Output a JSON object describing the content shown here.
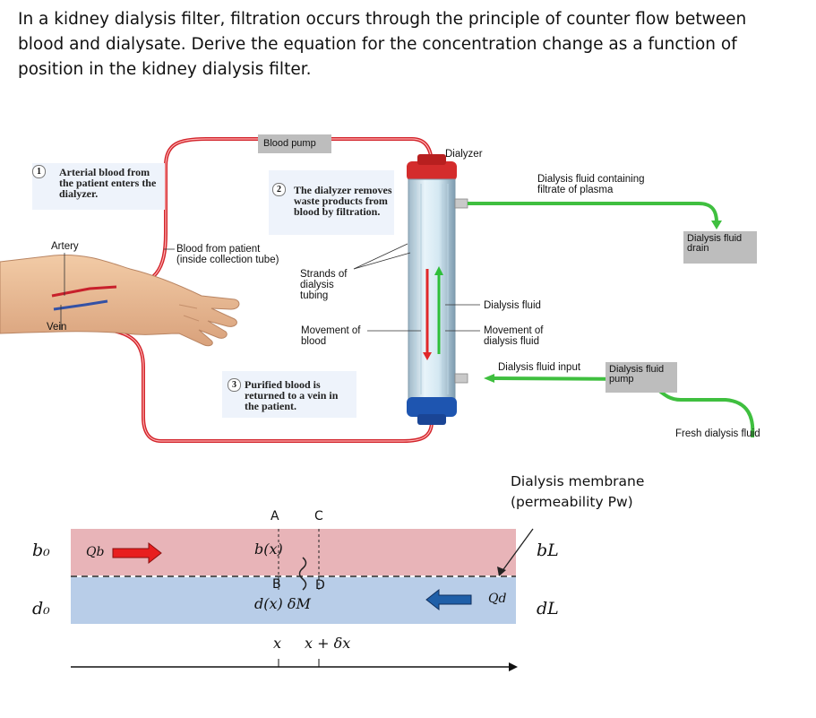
{
  "question": {
    "text": "In a kidney dialysis filter, filtration occurs through the principle of counter flow between blood and dialysate. Derive the equation for the concentration change as a function of position in the kidney dialysis filter."
  },
  "illustration": {
    "blood_pump": "Blood pump",
    "dialyzer": "Dialyzer",
    "step1_num": "1",
    "step1_text": "Arterial blood from the patient enters the dialyzer.",
    "step2_num": "2",
    "step2_text": "The dialyzer removes waste products from blood by filtration.",
    "step3_num": "3",
    "step3_text": "Purified blood is returned to a vein in the patient.",
    "artery": "Artery",
    "vein": "Vein",
    "blood_from_patient": "Blood from patient (inside collection tube)",
    "strands": "Strands of dialysis tubing",
    "movement_blood": "Movement of blood",
    "dialysis_fluid_filtrate": "Dialysis fluid containing filtrate of plasma",
    "dialysis_fluid_drain": "Dialysis fluid drain",
    "dialysis_fluid": "Dialysis fluid",
    "movement_dialysis": "Movement of dialysis fluid",
    "dialysis_fluid_input": "Dialysis fluid input",
    "dialysis_fluid_pump": "Dialysis fluid pump",
    "fresh_dialysis_fluid": "Fresh dialysis fluid",
    "colors": {
      "blood": "#d2232a",
      "dialysate": "#3fbf3f",
      "gray_box": "#bdbdbd",
      "label_box": "#eef3fb"
    }
  },
  "schematic": {
    "membrane_title": "Dialysis membrane",
    "membrane_perm": "(permeability Pw)",
    "label_A": "A",
    "label_B": "B",
    "label_C": "C",
    "label_D": "D",
    "b0": "b₀",
    "d0": "d₀",
    "bL": "bL",
    "dL": "dL",
    "Qb": "Qb",
    "Qd": "Qd",
    "bx": "b(x)",
    "dx_dM": "d(x) δM",
    "x": "x",
    "x_dx": "x + δx",
    "colors": {
      "blood_band": "#e8b4b8",
      "dialysate_band": "#b8cde8",
      "blood_arrow": "#e81f1f",
      "dialysate_arrow": "#1f5fa8"
    }
  }
}
